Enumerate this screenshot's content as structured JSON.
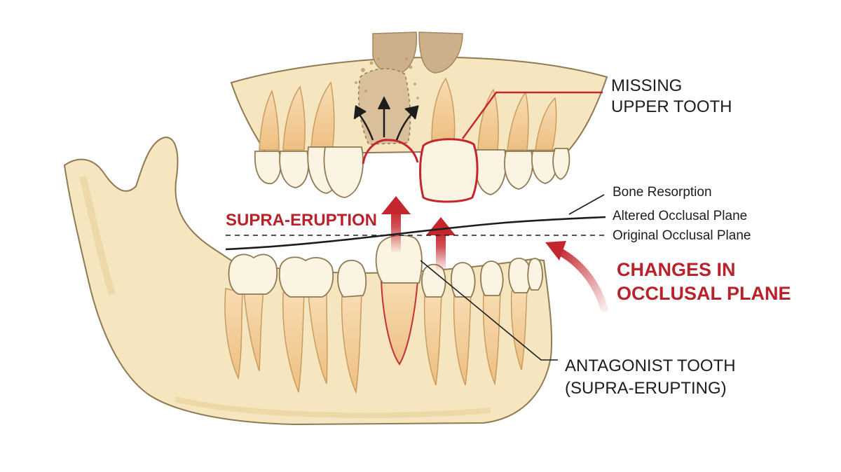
{
  "labels": {
    "missing_line1": "MISSING",
    "missing_line2": "UPPER TOOTH",
    "bone_resorption": "Bone Resorption",
    "altered_plane": "Altered Occlusal Plane",
    "original_plane": "Original Occlusal Plane",
    "supra_eruption": "SUPRA-ERUPTION",
    "changes_line1": "CHANGES IN",
    "changes_line2": "OCCLUSAL PLANE",
    "antagonist_line1": "ANTAGONIST TOOTH",
    "antagonist_line2": "(SUPRA-ERUPTING)"
  },
  "colors": {
    "bone": "#f6e6bf",
    "bone_outline": "#8f7a52",
    "tooth": "#fbf4e2",
    "root": "#f2cf9c",
    "accent_red": "#c4262e",
    "nasal": "#cdb08a",
    "line": "#1d1d1d"
  }
}
